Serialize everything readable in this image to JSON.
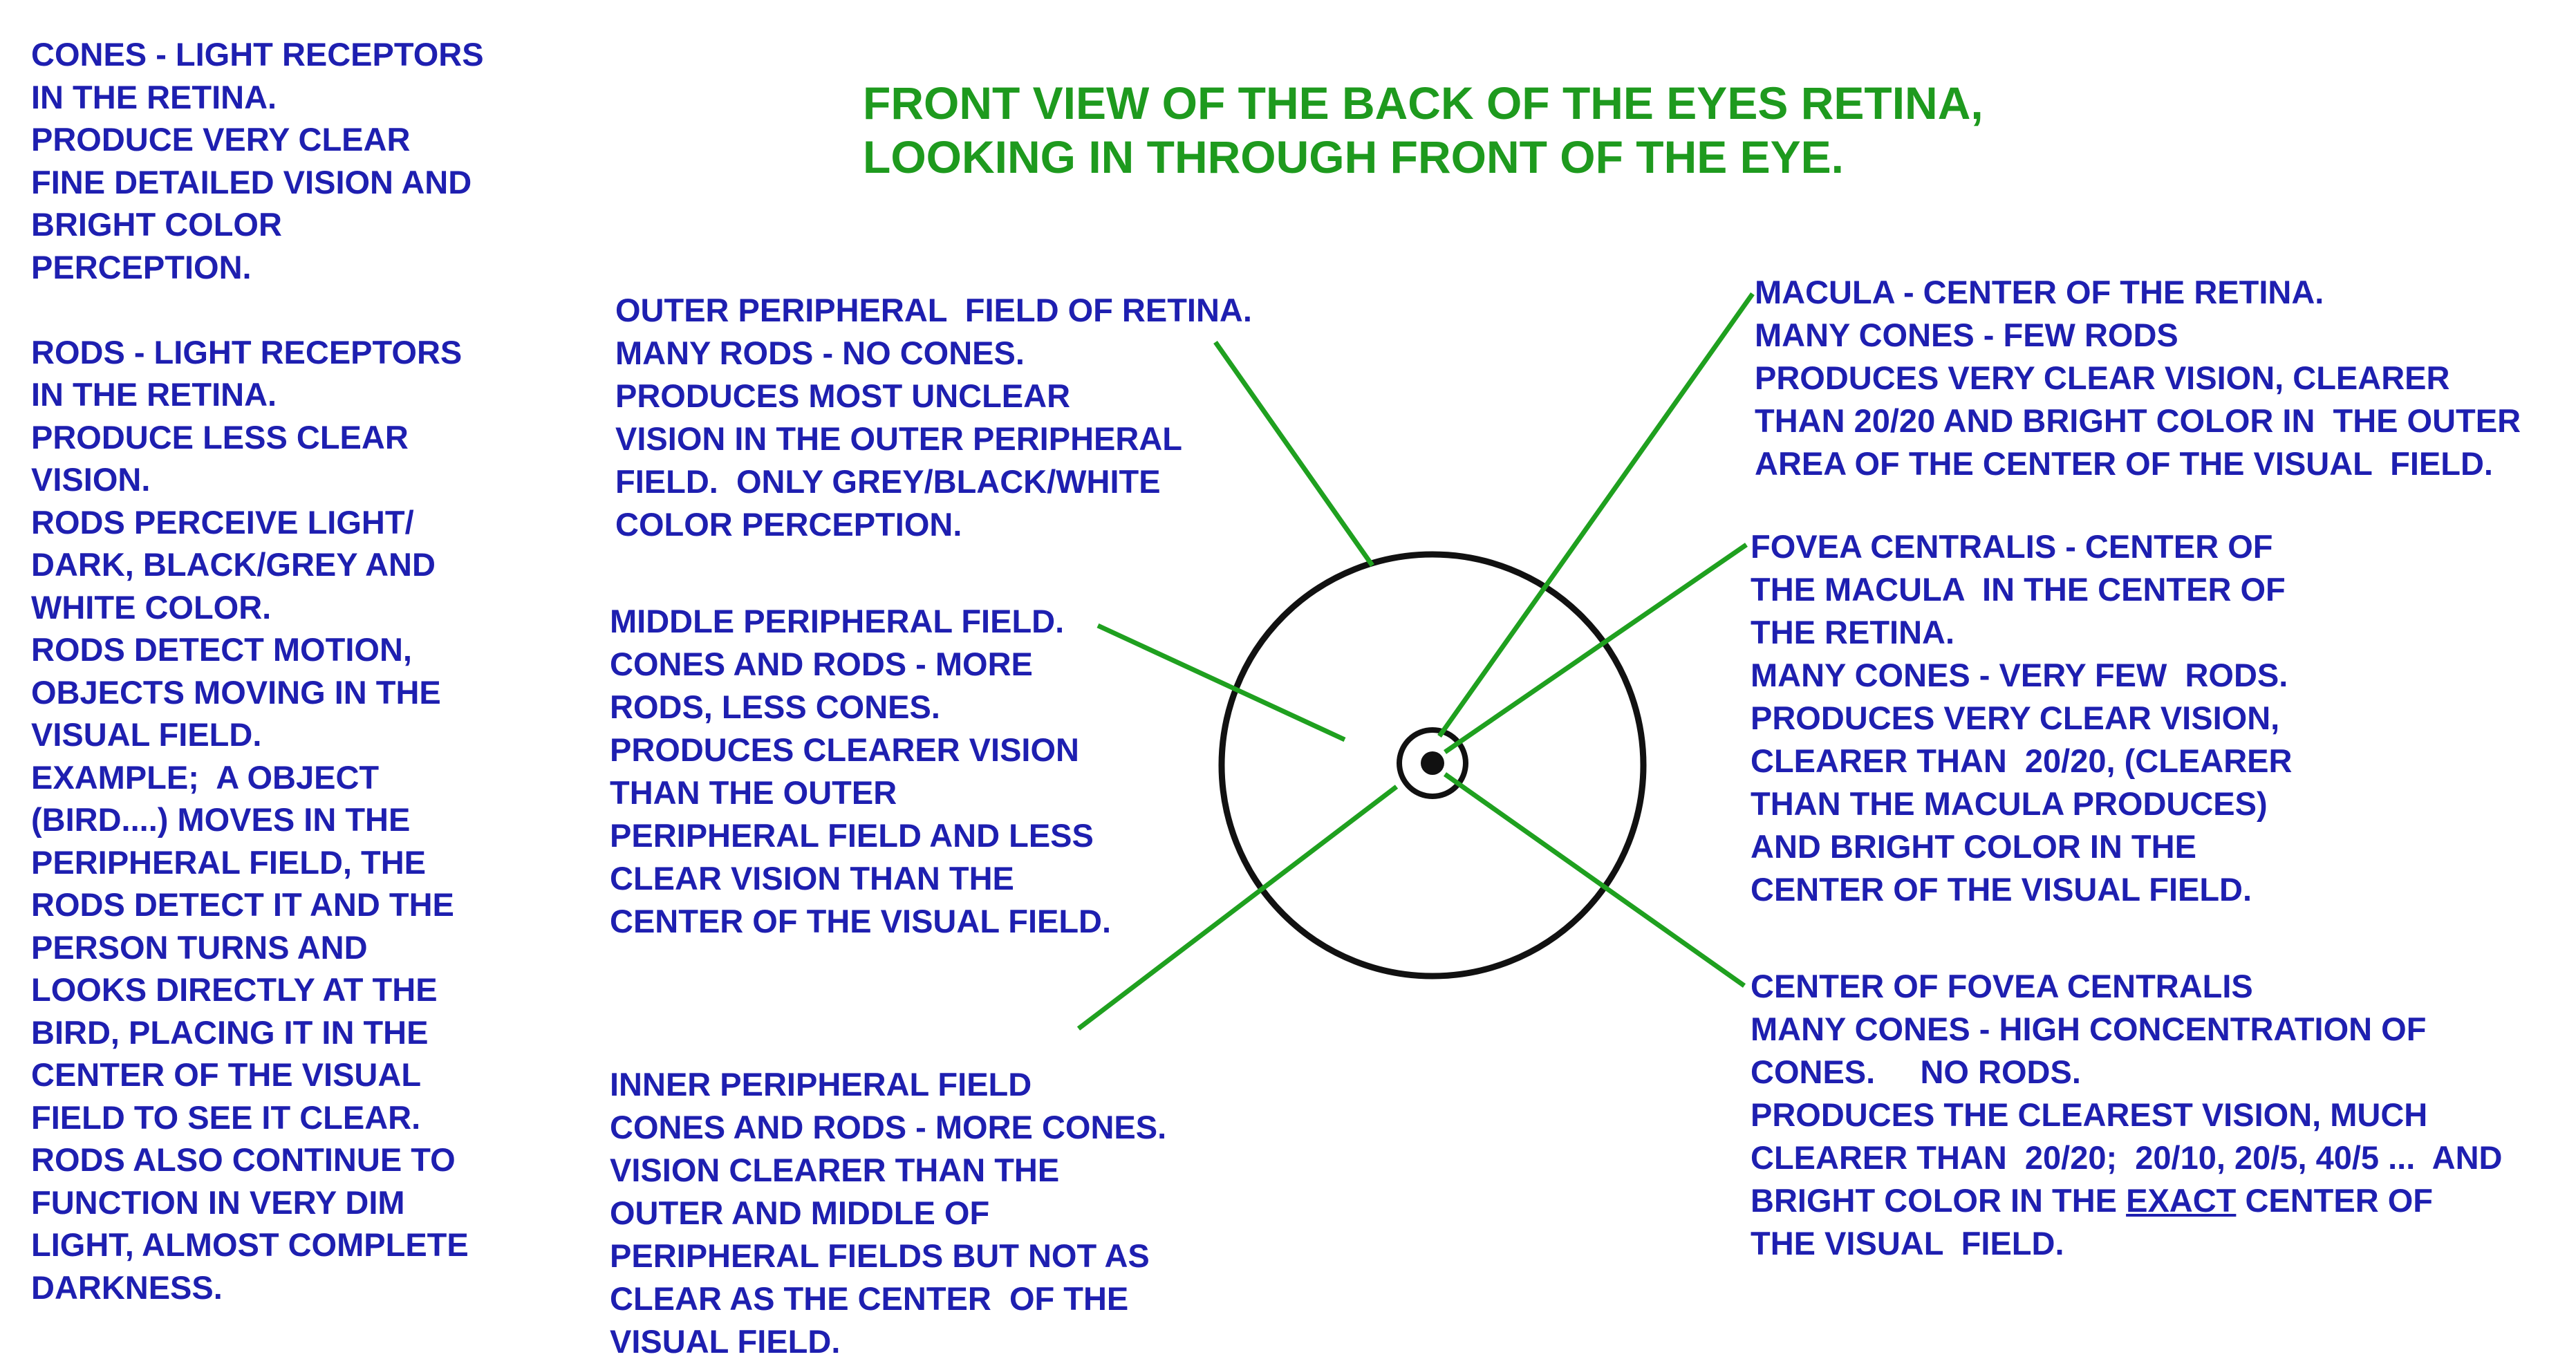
{
  "colors": {
    "text_blue": "#1e1fb0",
    "title_green": "#1e9a1e",
    "leader_green": "#1fa01f",
    "circle": "#111111"
  },
  "title": {
    "lines": [
      "FRONT VIEW OF THE BACK OF THE EYES RETINA,",
      "LOOKING IN THROUGH FRONT OF THE EYE."
    ]
  },
  "cones_rods_notes": {
    "lines": [
      "CONES - LIGHT RECEPTORS",
      "IN THE RETINA.",
      "PRODUCE VERY CLEAR",
      "FINE DETAILED VISION AND",
      "BRIGHT COLOR",
      "PERCEPTION.",
      "",
      "RODS - LIGHT RECEPTORS",
      "IN THE RETINA.",
      "PRODUCE LESS CLEAR",
      "VISION.",
      "RODS PERCEIVE LIGHT/",
      "DARK, BLACK/GREY AND",
      "WHITE COLOR.",
      "RODS DETECT MOTION,",
      "OBJECTS MOVING IN THE",
      "VISUAL FIELD.",
      "EXAMPLE;  A OBJECT",
      "(BIRD....) MOVES IN THE",
      "PERIPHERAL FIELD, THE",
      "RODS DETECT IT AND THE",
      "PERSON TURNS AND",
      "LOOKS DIRECTLY AT THE",
      "BIRD, PLACING IT IN THE",
      "CENTER OF THE VISUAL",
      "FIELD TO SEE IT CLEAR.",
      "RODS ALSO CONTINUE TO",
      "FUNCTION IN VERY DIM",
      "LIGHT, ALMOST COMPLETE",
      "DARKNESS."
    ]
  },
  "outer_peripheral": {
    "lines": [
      "OUTER PERIPHERAL  FIELD OF RETINA.",
      "MANY RODS - NO CONES.",
      "PRODUCES MOST UNCLEAR",
      "VISION IN THE OUTER PERIPHERAL",
      "FIELD.  ONLY GREY/BLACK/WHITE",
      "COLOR PERCEPTION."
    ]
  },
  "middle_peripheral": {
    "lines": [
      "MIDDLE PERIPHERAL FIELD.",
      "CONES AND RODS - MORE",
      "RODS, LESS CONES.",
      "PRODUCES CLEARER VISION",
      "THAN THE OUTER",
      "PERIPHERAL FIELD AND LESS",
      "CLEAR VISION THAN THE",
      "CENTER OF THE VISUAL FIELD."
    ]
  },
  "inner_peripheral": {
    "lines": [
      "INNER PERIPHERAL FIELD",
      "CONES AND RODS - MORE CONES.",
      "VISION CLEARER THAN THE",
      "OUTER AND MIDDLE OF",
      "PERIPHERAL FIELDS BUT NOT AS",
      "CLEAR AS THE CENTER  OF THE",
      "VISUAL FIELD."
    ]
  },
  "macula": {
    "lines": [
      "MACULA - CENTER OF THE RETINA.",
      "MANY CONES - FEW RODS",
      "PRODUCES VERY CLEAR VISION, CLEARER",
      "THAN 20/20 AND BRIGHT COLOR IN  THE OUTER",
      "AREA OF THE CENTER OF THE VISUAL  FIELD."
    ]
  },
  "fovea_centralis": {
    "lines": [
      "FOVEA CENTRALIS - CENTER OF",
      "THE MACULA  IN THE CENTER OF",
      "THE RETINA.",
      "MANY CONES - VERY FEW  RODS.",
      "PRODUCES VERY CLEAR VISION,",
      "CLEARER THAN  20/20, (CLEARER",
      "THAN THE MACULA PRODUCES)",
      "AND BRIGHT COLOR IN THE",
      "CENTER OF THE VISUAL FIELD."
    ]
  },
  "center_fovea": {
    "lines": [
      "CENTER OF FOVEA CENTRALIS",
      "MANY CONES - HIGH CONCENTRATION OF",
      "CONES.     NO RODS.",
      "PRODUCES THE CLEAREST VISION, MUCH",
      "CLEARER THAN  20/20;  20/10, 20/5, 40/5 ...  AND"
    ],
    "line6_before": "BRIGHT COLOR IN THE ",
    "line6_underlined": "EXACT",
    "line6_after": " CENTER OF",
    "line7": "THE VISUAL  FIELD."
  }
}
